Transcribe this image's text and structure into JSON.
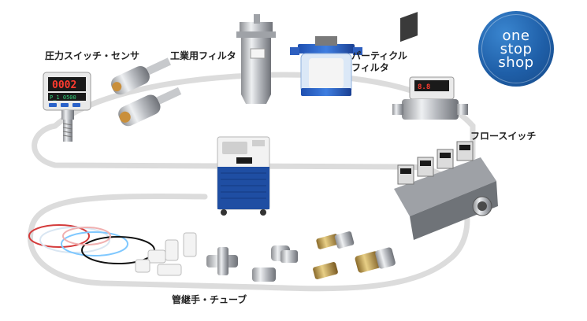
{
  "labels": {
    "pressure_switch": "圧力スイッチ・センサ",
    "industrial_filter": "工業用フィルタ",
    "particle_filter_line1": "パーティクル",
    "particle_filter_line2": "フィルタ",
    "flow_switch": "フロースイッチ",
    "fittings_tubes": "管継手・チューブ"
  },
  "badge": {
    "line1": "one",
    "line2": "stop",
    "line3": "shop"
  },
  "display": {
    "switch_top": "0002",
    "switch_bottom": "P_1 0500"
  },
  "colors": {
    "badge_blue": "#1f5fa8",
    "chiller_blue": "#1f4ea3",
    "path_gray": "#d9d9d9"
  }
}
